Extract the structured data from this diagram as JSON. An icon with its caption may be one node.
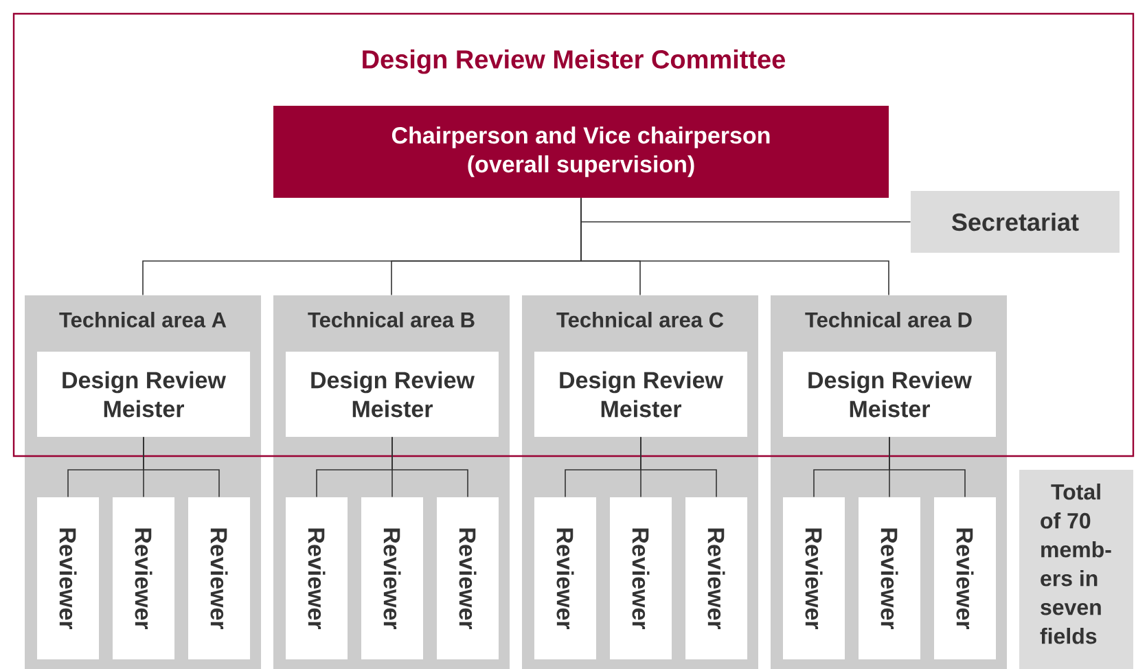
{
  "diagram": {
    "nodes": [
      {
        "text": [
          "Design Review Meister Committee"
        ]
      },
      {
        "text": [
          "Chairperson and Vice chairperson (overall supervision)"
        ],
        "in": 0
      },
      {
        "text": [
          "Secretariat"
        ],
        "in": 0
      },
      {
        "text": [
          "Technical area A"
        ]
      },
      {
        "text": [
          "Design Review Meister"
        ]
      },
      {
        "text": [
          "Reviewer"
        ],
        "in": 3
      },
      {
        "text": [
          "Reviewer"
        ],
        "in": 3
      },
      {
        "text": [
          "Reviewer"
        ],
        "in": 3
      },
      {
        "text": [
          "Technical area B"
        ]
      },
      {
        "text": [
          "Design Review Meister"
        ]
      },
      {
        "text": [
          "Reviewer"
        ],
        "in": 8
      },
      {
        "text": [
          "Reviewer"
        ],
        "in": 8
      },
      {
        "text": [
          "Reviewer"
        ],
        "in": 8
      },
      {
        "text": [
          "Technical area C"
        ]
      },
      {
        "text": [
          "Design Review Meister"
        ]
      },
      {
        "text": [
          "Reviewer"
        ],
        "in": 13
      },
      {
        "text": [
          "Reviewer"
        ],
        "in": 13
      },
      {
        "text": [
          "Reviewer"
        ],
        "in": 13
      },
      {
        "text": [
          "Technical area D"
        ]
      },
      {
        "text": [
          "Design Review Meister"
        ]
      },
      {
        "text": [
          "Reviewer"
        ],
        "in": 18
      },
      {
        "text": [
          "Reviewer"
        ],
        "in": 18
      },
      {
        "text": [
          "Reviewer"
        ],
        "in": 18
      },
      {
        "text": [
          "Total of 70 memb- ers in seven fields"
        ]
      }
    ],
    "edges": [
      {
        "from": 1,
        "to": 2,
        "arrow": "none"
      },
      {
        "from": 1,
        "to": 3,
        "arrow": "none"
      },
      {
        "from": 1,
        "to": 8,
        "arrow": "none"
      },
      {
        "from": 1,
        "to": 13,
        "arrow": "none"
      },
      {
        "from": 1,
        "to": 18,
        "arrow": "none"
      },
      {
        "from": 4,
        "to": 5,
        "arrow": "none"
      },
      {
        "from": 4,
        "to": 6,
        "arrow": "none"
      },
      {
        "from": 4,
        "to": 7,
        "arrow": "none"
      },
      {
        "from": 9,
        "to": 10,
        "arrow": "none"
      },
      {
        "from": 9,
        "to": 11,
        "arrow": "none"
      },
      {
        "from": 9,
        "to": 12,
        "arrow": "none"
      },
      {
        "from": 14,
        "to": 15,
        "arrow": "none"
      },
      {
        "from": 14,
        "to": 16,
        "arrow": "none"
      },
      {
        "from": 14,
        "to": 17,
        "arrow": "none"
      },
      {
        "from": 19,
        "to": 20,
        "arrow": "none"
      },
      {
        "from": 19,
        "to": 21,
        "arrow": "none"
      },
      {
        "from": 19,
        "to": 22,
        "arrow": "none"
      }
    ]
  }
}
